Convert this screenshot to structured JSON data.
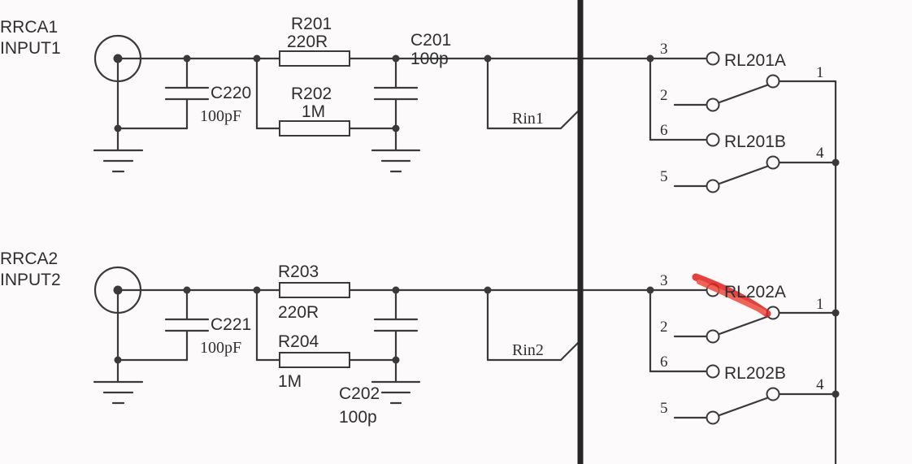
{
  "channel1": {
    "connector": [
      "RRCA1",
      "INPUT1"
    ],
    "cap_shunt": {
      "ref": "C220",
      "value": "100pF"
    },
    "res_series": {
      "ref": "R201",
      "value": "220R"
    },
    "res_bleed": {
      "ref": "R202",
      "value": "1M"
    },
    "cap_out": {
      "ref": "C201",
      "value": "100p"
    },
    "net": "Rin1",
    "relay_a": {
      "ref": "RL201A",
      "pins": [
        "3",
        "2",
        "1"
      ]
    },
    "relay_b": {
      "ref": "RL201B",
      "pins": [
        "6",
        "5",
        "4"
      ]
    }
  },
  "channel2": {
    "connector": [
      "RRCA2",
      "INPUT2"
    ],
    "cap_shunt": {
      "ref": "C221",
      "value": "100pF"
    },
    "res_series": {
      "ref": "R203",
      "value": "220R"
    },
    "res_bleed": {
      "ref": "R204",
      "value": "1M"
    },
    "cap_out": {
      "ref": "C202",
      "value": "100p"
    },
    "net": "Rin2",
    "relay_a": {
      "ref": "RL202A",
      "pins": [
        "3",
        "2",
        "1"
      ]
    },
    "relay_b": {
      "ref": "RL202B",
      "pins": [
        "6",
        "5",
        "4"
      ]
    }
  },
  "colors": {
    "wire": "#3a3a3a",
    "bus": "#262626",
    "background": "#fcfafa",
    "annotation": "#e0201e"
  }
}
